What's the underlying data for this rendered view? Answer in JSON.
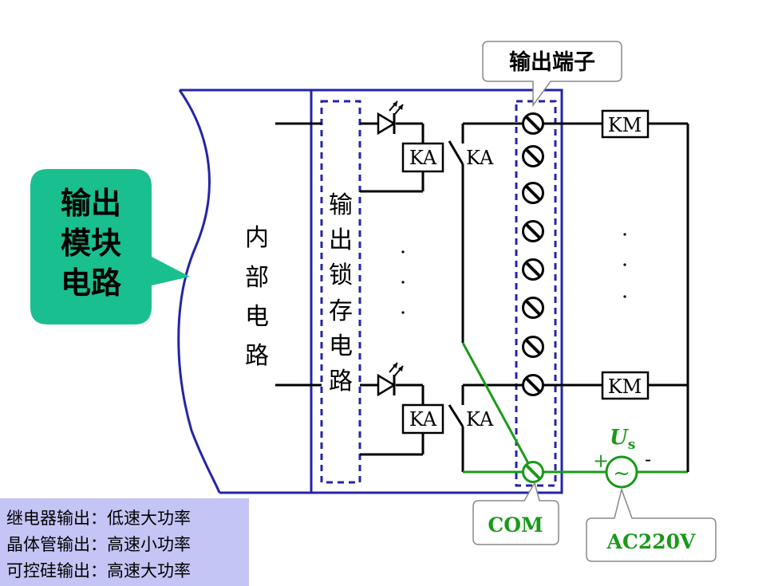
{
  "callout": {
    "line1": "输出",
    "line2": "模块",
    "line3": "电路",
    "color": "#1abf8f"
  },
  "internal_circuit": {
    "chars": [
      "内",
      "部",
      "电",
      "路"
    ]
  },
  "latch_circuit": {
    "chars": [
      "输",
      "出",
      "锁",
      "存",
      "电",
      "路"
    ]
  },
  "relay_label": "KA",
  "contact_label": "KA",
  "contactor_label": "KM",
  "terminal_label": "输出端子",
  "com_label": "COM",
  "source": {
    "symbol": "U",
    "subscript": "s",
    "plus": "+",
    "minus": "-",
    "wave": "~",
    "label": "AC220V"
  },
  "legend": {
    "lines": [
      "继电器输出：低速大功率",
      "晶体管输出：高速小功率",
      "可控硅输出：高速大功率"
    ],
    "background": "#c4c4f5"
  },
  "colors": {
    "module_border": "#2424a8",
    "green": "#1a9a1a",
    "wire": "#000000"
  },
  "icons": [
    "led-icon",
    "terminal-screw-icon",
    "ac-source-icon"
  ]
}
